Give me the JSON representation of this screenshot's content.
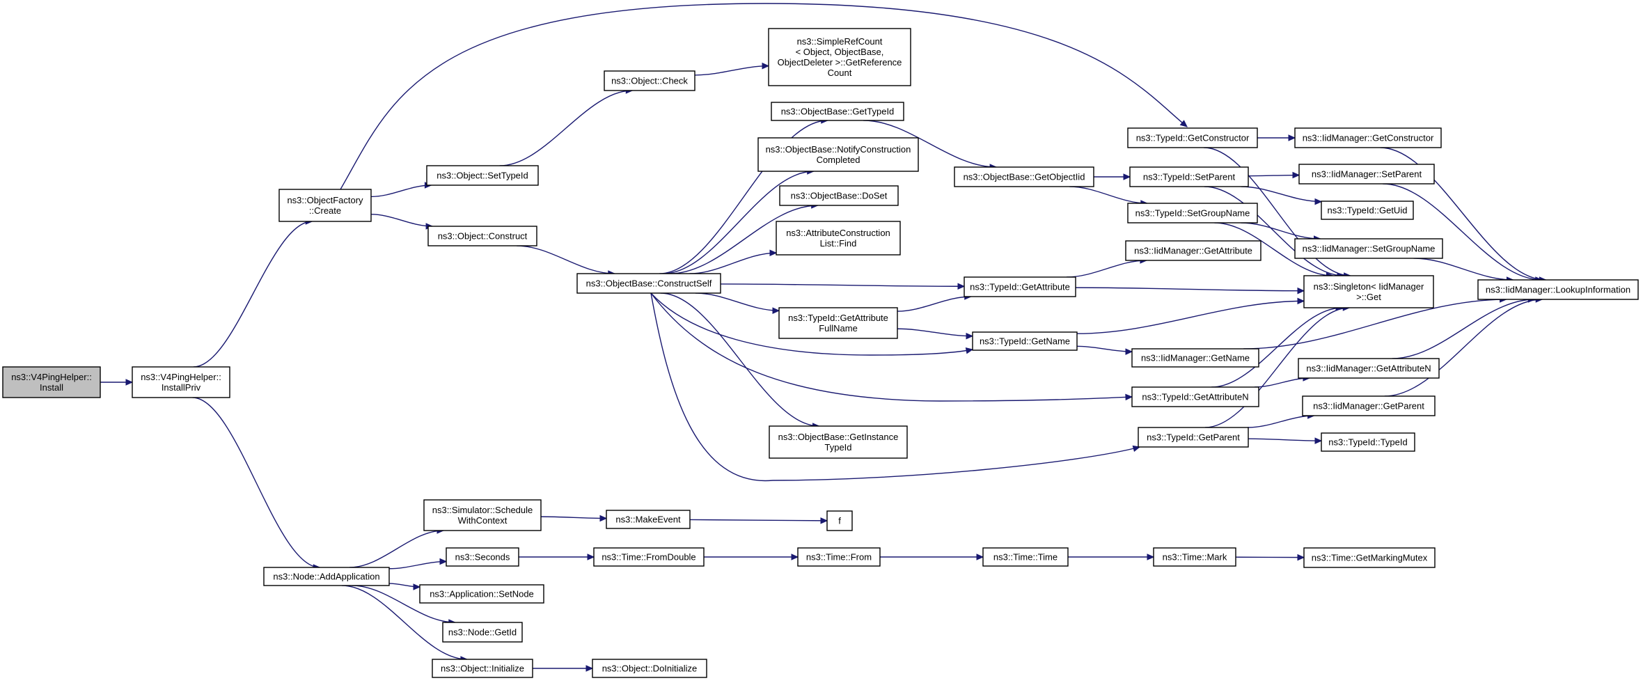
{
  "graph": {
    "title": "",
    "nodes": [
      {
        "id": "v4install",
        "lines": [
          "ns3::V4PingHelper::",
          "Install"
        ],
        "focus": true
      },
      {
        "id": "v4installpriv",
        "lines": [
          "ns3::V4PingHelper::",
          "InstallPriv"
        ]
      },
      {
        "id": "objfactorycreate",
        "lines": [
          "ns3::ObjectFactory",
          "::Create"
        ]
      },
      {
        "id": "nodeaddapp",
        "lines": [
          "ns3::Node::AddApplication"
        ]
      },
      {
        "id": "objsettypeid",
        "lines": [
          "ns3::Object::SetTypeId"
        ]
      },
      {
        "id": "objconstruct",
        "lines": [
          "ns3::Object::Construct"
        ]
      },
      {
        "id": "objcheck",
        "lines": [
          "ns3::Object::Check"
        ]
      },
      {
        "id": "simplerefcount",
        "lines": [
          "ns3::SimpleRefCount",
          "< Object, ObjectBase,",
          "ObjectDeleter >::GetReference",
          "Count"
        ]
      },
      {
        "id": "constructself",
        "lines": [
          "ns3::ObjectBase::ConstructSelf"
        ]
      },
      {
        "id": "obgettypeid",
        "lines": [
          "ns3::ObjectBase::GetTypeId"
        ]
      },
      {
        "id": "obnotify",
        "lines": [
          "ns3::ObjectBase::NotifyConstruction",
          "Completed"
        ]
      },
      {
        "id": "obdoset",
        "lines": [
          "ns3::ObjectBase::DoSet"
        ]
      },
      {
        "id": "attrfind",
        "lines": [
          "ns3::AttributeConstruction",
          "List::Find"
        ]
      },
      {
        "id": "tidgetattrfull",
        "lines": [
          "ns3::TypeId::GetAttribute",
          "FullName"
        ]
      },
      {
        "id": "obgetinstance",
        "lines": [
          "ns3::ObjectBase::GetInstance",
          "TypeId"
        ]
      },
      {
        "id": "obgetobjectiid",
        "lines": [
          "ns3::ObjectBase::GetObjectIid"
        ]
      },
      {
        "id": "tidgetattribute",
        "lines": [
          "ns3::TypeId::GetAttribute"
        ]
      },
      {
        "id": "tidgetname",
        "lines": [
          "ns3::TypeId::GetName"
        ]
      },
      {
        "id": "tidgetconstructor",
        "lines": [
          "ns3::TypeId::GetConstructor"
        ]
      },
      {
        "id": "tidsetparent",
        "lines": [
          "ns3::TypeId::SetParent"
        ]
      },
      {
        "id": "tidsetgroupname",
        "lines": [
          "ns3::TypeId::SetGroupName"
        ]
      },
      {
        "id": "iidgetattribute",
        "lines": [
          "ns3::IidManager::GetAttribute"
        ]
      },
      {
        "id": "iidgetname",
        "lines": [
          "ns3::IidManager::GetName"
        ]
      },
      {
        "id": "tidgetattrn",
        "lines": [
          "ns3::TypeId::GetAttributeN"
        ]
      },
      {
        "id": "tidgetparent",
        "lines": [
          "ns3::TypeId::GetParent"
        ]
      },
      {
        "id": "iidgetconstructor",
        "lines": [
          "ns3::IidManager::GetConstructor"
        ]
      },
      {
        "id": "iidsetparent",
        "lines": [
          "ns3::IidManager::SetParent"
        ]
      },
      {
        "id": "tidgetuid",
        "lines": [
          "ns3::TypeId::GetUid"
        ]
      },
      {
        "id": "iidsetgroupname",
        "lines": [
          "ns3::IidManager::SetGroupName"
        ]
      },
      {
        "id": "singletonget",
        "lines": [
          "ns3::Singleton< IidManager",
          ">::Get"
        ]
      },
      {
        "id": "iidgetattrn",
        "lines": [
          "ns3::IidManager::GetAttributeN"
        ]
      },
      {
        "id": "iidgetparent",
        "lines": [
          "ns3::IidManager::GetParent"
        ]
      },
      {
        "id": "tidtypeid",
        "lines": [
          "ns3::TypeId::TypeId"
        ]
      },
      {
        "id": "iidlookup",
        "lines": [
          "ns3::IidManager::LookupInformation"
        ]
      },
      {
        "id": "simschedule",
        "lines": [
          "ns3::Simulator::Schedule",
          "WithContext"
        ]
      },
      {
        "id": "makeevent",
        "lines": [
          "ns3::MakeEvent"
        ]
      },
      {
        "id": "f",
        "lines": [
          "f"
        ]
      },
      {
        "id": "seconds",
        "lines": [
          "ns3::Seconds"
        ]
      },
      {
        "id": "timefromdouble",
        "lines": [
          "ns3::Time::FromDouble"
        ]
      },
      {
        "id": "timefrom",
        "lines": [
          "ns3::Time::From"
        ]
      },
      {
        "id": "timetime",
        "lines": [
          "ns3::Time::Time"
        ]
      },
      {
        "id": "timemark",
        "lines": [
          "ns3::Time::Mark"
        ]
      },
      {
        "id": "timegetmutex",
        "lines": [
          "ns3::Time::GetMarkingMutex"
        ]
      },
      {
        "id": "appsetnode",
        "lines": [
          "ns3::Application::SetNode"
        ]
      },
      {
        "id": "nodegetid",
        "lines": [
          "ns3::Node::GetId"
        ]
      },
      {
        "id": "objinitialize",
        "lines": [
          "ns3::Object::Initialize"
        ]
      },
      {
        "id": "objdoinitialize",
        "lines": [
          "ns3::Object::DoInitialize"
        ]
      }
    ],
    "edges": [
      [
        "v4install",
        "v4installpriv"
      ],
      [
        "v4installpriv",
        "objfactorycreate"
      ],
      [
        "v4installpriv",
        "nodeaddapp"
      ],
      [
        "objfactorycreate",
        "objsettypeid"
      ],
      [
        "objfactorycreate",
        "objconstruct"
      ],
      [
        "objfactorycreate",
        "tidgetconstructor"
      ],
      [
        "objsettypeid",
        "objcheck"
      ],
      [
        "objcheck",
        "simplerefcount"
      ],
      [
        "objconstruct",
        "constructself"
      ],
      [
        "constructself",
        "obgettypeid"
      ],
      [
        "constructself",
        "obnotify"
      ],
      [
        "constructself",
        "obdoset"
      ],
      [
        "constructself",
        "attrfind"
      ],
      [
        "constructself",
        "tidgetattribute"
      ],
      [
        "constructself",
        "tidgetattrfull"
      ],
      [
        "constructself",
        "tidgetname"
      ],
      [
        "constructself",
        "tidgetattrn"
      ],
      [
        "constructself",
        "obgetinstance"
      ],
      [
        "constructself",
        "tidgetparent"
      ],
      [
        "obgettypeid",
        "obgetobjectiid"
      ],
      [
        "obgetobjectiid",
        "tidsetparent"
      ],
      [
        "obgetobjectiid",
        "tidsetgroupname"
      ],
      [
        "tidgetattrfull",
        "tidgetattribute"
      ],
      [
        "tidgetattrfull",
        "tidgetname"
      ],
      [
        "tidgetattribute",
        "iidgetattribute"
      ],
      [
        "tidgetattribute",
        "singletonget"
      ],
      [
        "tidgetname",
        "iidgetname"
      ],
      [
        "tidgetname",
        "singletonget"
      ],
      [
        "tidgetconstructor",
        "iidgetconstructor"
      ],
      [
        "tidgetconstructor",
        "singletonget"
      ],
      [
        "tidsetparent",
        "iidsetparent"
      ],
      [
        "tidsetparent",
        "tidgetuid"
      ],
      [
        "tidsetparent",
        "singletonget"
      ],
      [
        "tidsetgroupname",
        "iidsetgroupname"
      ],
      [
        "tidsetgroupname",
        "singletonget"
      ],
      [
        "tidgetattrn",
        "iidgetattrn"
      ],
      [
        "tidgetattrn",
        "singletonget"
      ],
      [
        "tidgetparent",
        "iidgetparent"
      ],
      [
        "tidgetparent",
        "tidtypeid"
      ],
      [
        "tidgetparent",
        "singletonget"
      ],
      [
        "iidgetconstructor",
        "iidlookup"
      ],
      [
        "iidsetparent",
        "iidlookup"
      ],
      [
        "iidsetgroupname",
        "iidlookup"
      ],
      [
        "iidgetname",
        "iidlookup"
      ],
      [
        "iidgetattrn",
        "iidlookup"
      ],
      [
        "iidgetparent",
        "iidlookup"
      ],
      [
        "nodeaddapp",
        "simschedule"
      ],
      [
        "nodeaddapp",
        "seconds"
      ],
      [
        "nodeaddapp",
        "appsetnode"
      ],
      [
        "nodeaddapp",
        "nodegetid"
      ],
      [
        "nodeaddapp",
        "objinitialize"
      ],
      [
        "simschedule",
        "makeevent"
      ],
      [
        "makeevent",
        "f"
      ],
      [
        "seconds",
        "timefromdouble"
      ],
      [
        "timefromdouble",
        "timefrom"
      ],
      [
        "timefrom",
        "timetime"
      ],
      [
        "timetime",
        "timemark"
      ],
      [
        "timemark",
        "timegetmutex"
      ],
      [
        "objinitialize",
        "objdoinitialize"
      ]
    ]
  }
}
